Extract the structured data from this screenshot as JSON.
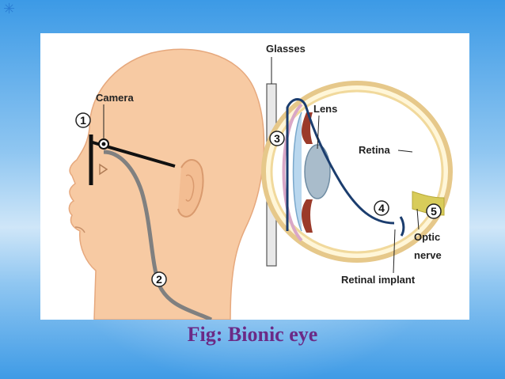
{
  "figure": {
    "labels": {
      "glasses": "Glasses",
      "camera": "Camera",
      "lens": "Lens",
      "retina": "Retina",
      "optic_nerve_line1": "Optic",
      "optic_nerve_line2": "nerve",
      "retinal_implant": "Retinal implant"
    },
    "markers": [
      "1",
      "2",
      "3",
      "4",
      "5"
    ]
  },
  "caption": "Fig: Bionic eye",
  "colors": {
    "skin": "#f7caa3",
    "cable": "#808080",
    "wire": "#1b3d6e",
    "caption": "#6b2a86"
  }
}
